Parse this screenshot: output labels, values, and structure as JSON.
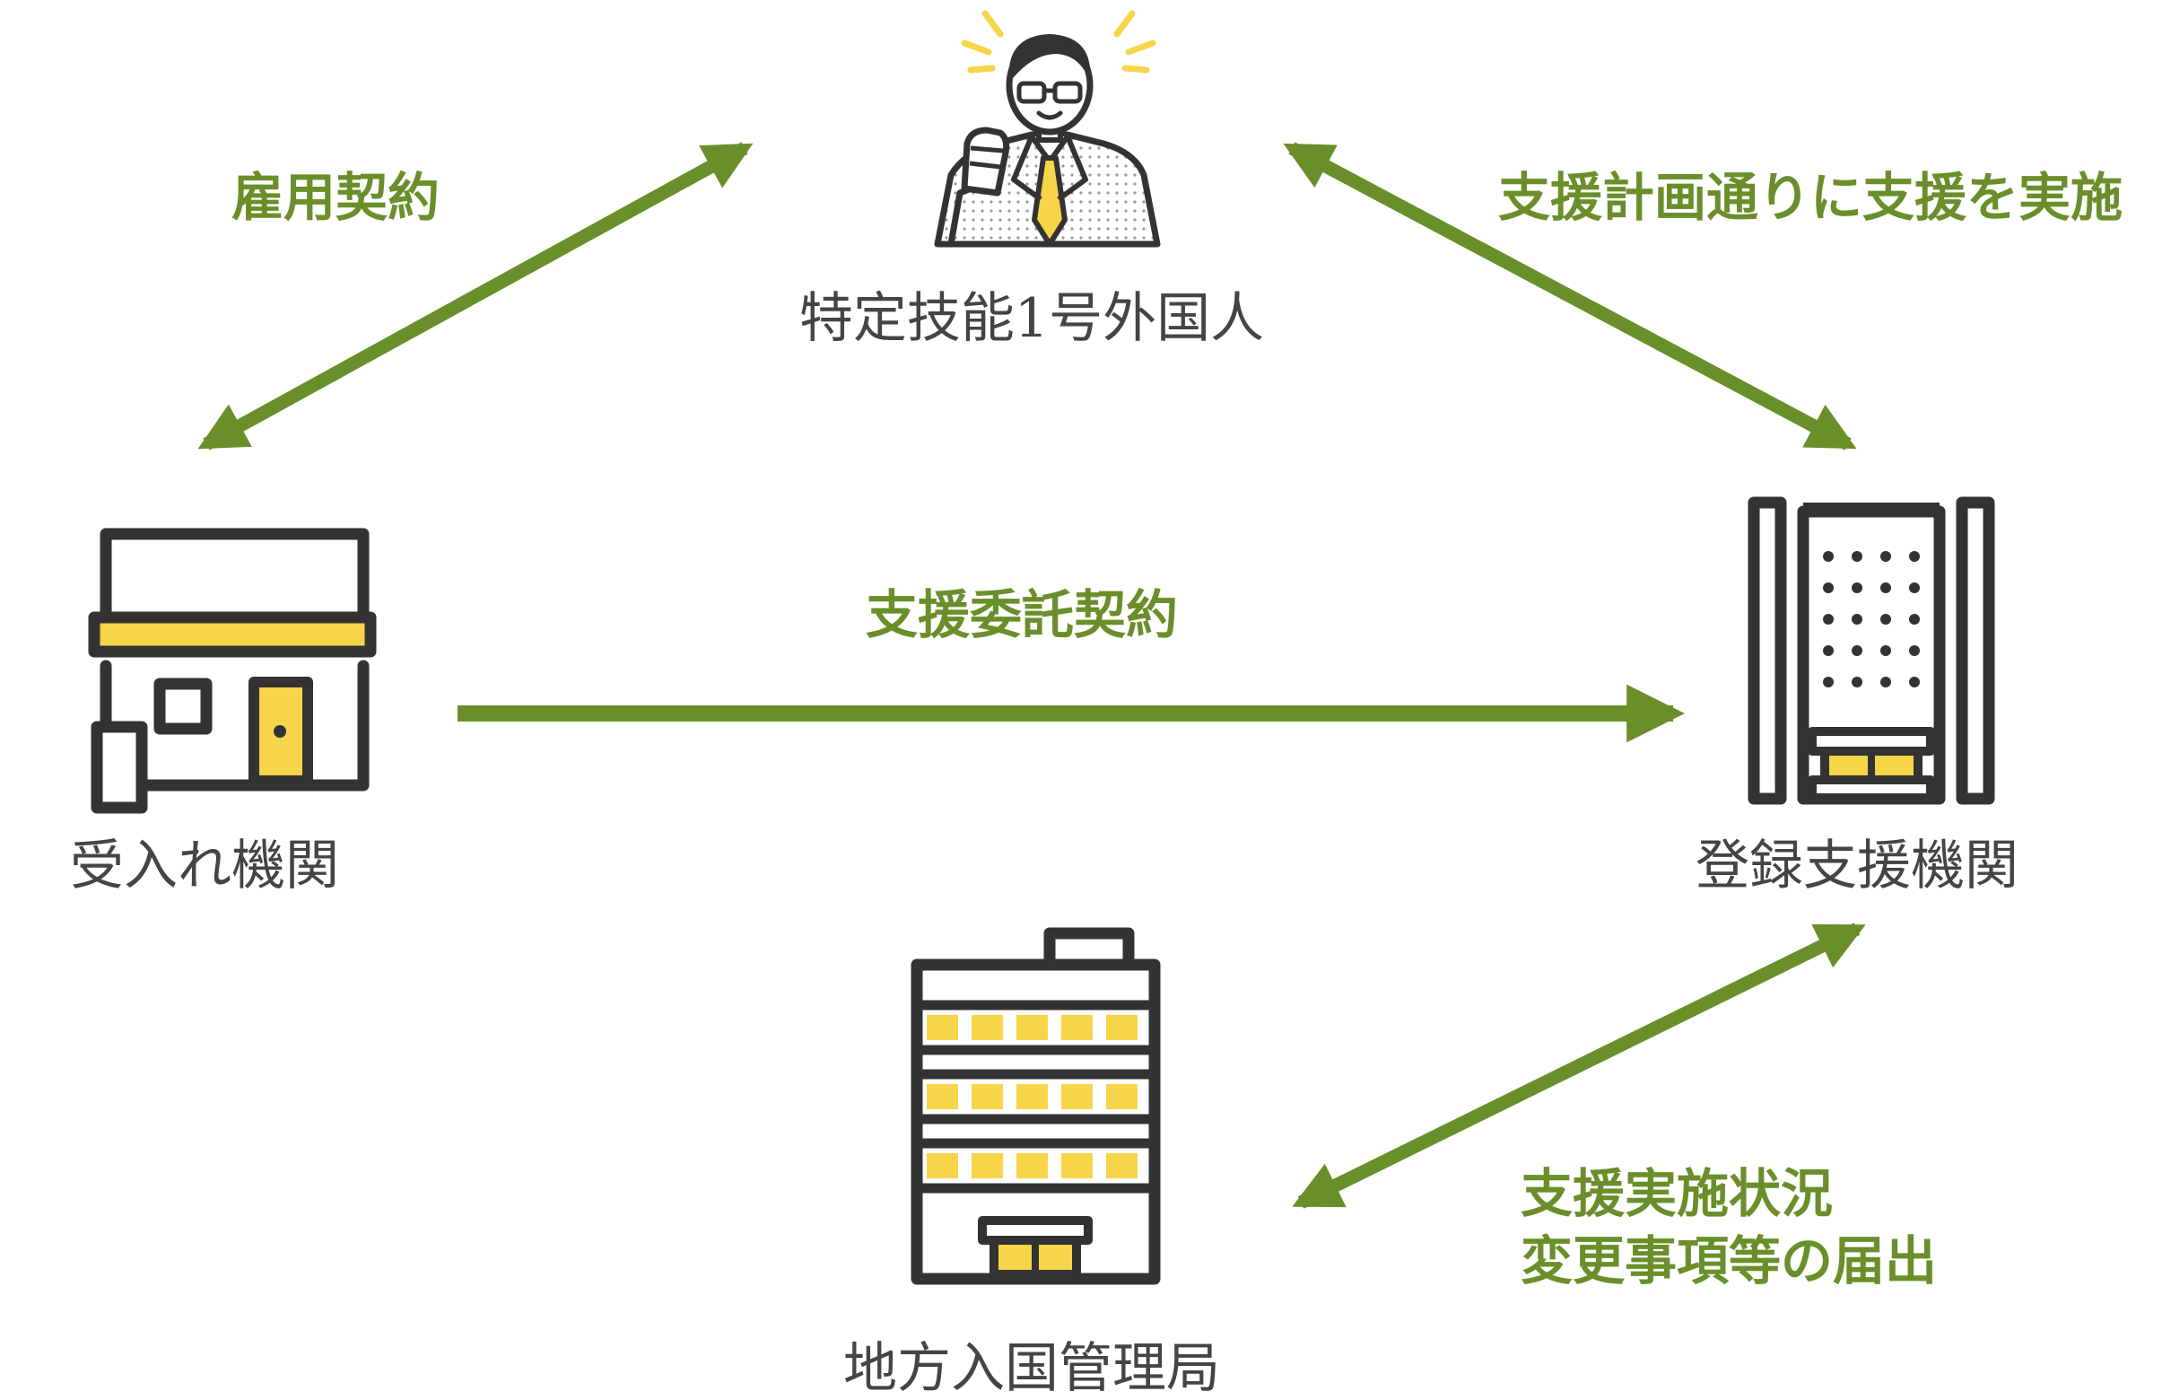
{
  "nodes": {
    "worker": {
      "label": "特定技能1号外国人",
      "icon": "businessman-icon"
    },
    "employer": {
      "label": "受入れ機関",
      "icon": "shop-icon"
    },
    "support_org": {
      "label": "登録支援機関",
      "icon": "office-tower-icon"
    },
    "immigration": {
      "label": "地方入国管理局",
      "icon": "government-building-icon"
    }
  },
  "edges": {
    "employment": {
      "label": "雇用契約",
      "direction": "bidirectional"
    },
    "support_execution": {
      "label": "支援計画通りに支援を実施",
      "direction": "bidirectional"
    },
    "support_contract": {
      "label": "支援委託契約",
      "direction": "employer-to-support_org"
    },
    "report": {
      "label_line1": "支援実施状況",
      "label_line2": "変更事項等の届出",
      "direction": "bidirectional"
    }
  },
  "colors": {
    "arrow": "#6a8f2a",
    "accent_yellow": "#f7d548",
    "outline": "#333333",
    "node_text": "#444444"
  }
}
